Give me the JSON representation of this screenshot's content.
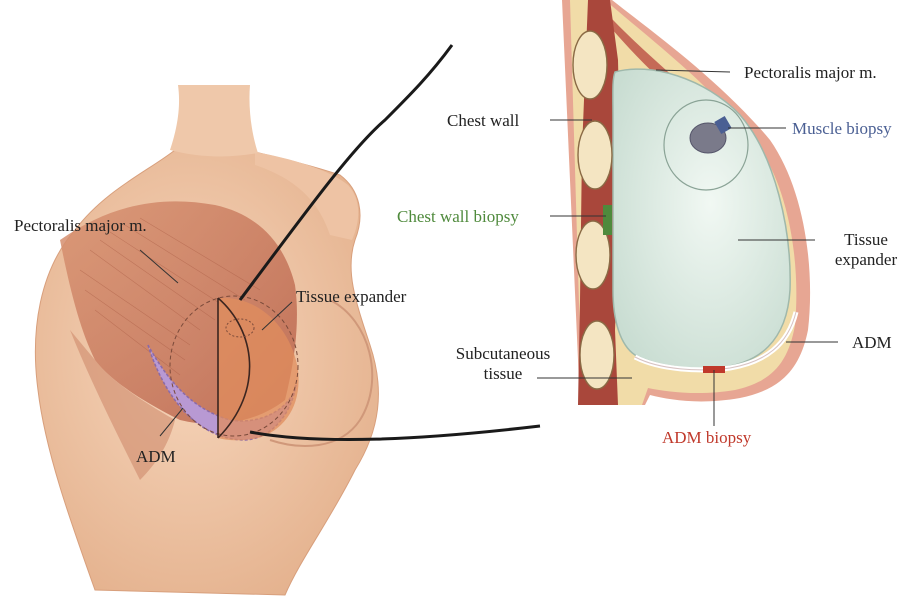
{
  "labels": {
    "left_pectoralis": "Pectoralis major m.",
    "left_tissue_expander": "Tissue expander",
    "left_adm": "ADM",
    "chest_wall": "Chest wall",
    "chest_wall_biopsy": "Chest wall biopsy",
    "subcutaneous_line1": "Subcutaneous",
    "subcutaneous_line2": "tissue",
    "right_pectoralis": "Pectoralis major m.",
    "muscle_biopsy": "Muscle biopsy",
    "right_tissue_line1": "Tissue",
    "right_tissue_line2": "expander",
    "right_adm": "ADM",
    "adm_biopsy": "ADM biopsy"
  },
  "colors": {
    "chest_wall_biopsy": "#4f8a3c",
    "muscle_biopsy": "#4a5f93",
    "adm_biopsy": "#c0392b",
    "text": "#222222",
    "muscle": "#c97a58",
    "skin": "#f2c6a4",
    "adm": "#a98bc4",
    "expander": "#e4f0ea",
    "fat": "#f1dca8"
  }
}
